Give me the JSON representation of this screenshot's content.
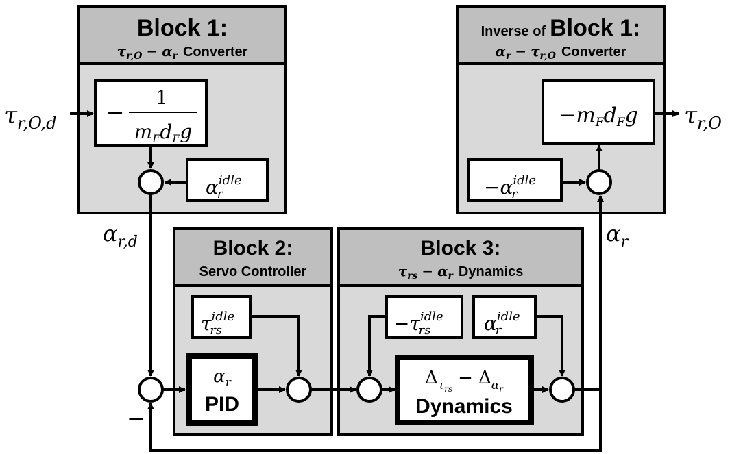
{
  "block1": {
    "title": "Block 1:",
    "subtitle_sym_a": "τ",
    "subtitle_sub_a": "r,O",
    "subtitle_sym_b": "α",
    "subtitle_sub_b": "r",
    "subtitle_tail": "Converter",
    "gain_minus": "−",
    "gain_num": "1",
    "gain_den_m": "m",
    "gain_den_m_sub": "F",
    "gain_den_d": "d",
    "gain_den_d_sub": "F",
    "gain_den_g": "g",
    "idle_sym": "α",
    "idle_sup": "idle",
    "idle_sub": "r"
  },
  "inverse_block1": {
    "title_prefix": "Inverse of",
    "title_main": "Block 1:",
    "subtitle_sym_a": "α",
    "subtitle_sub_a": "r",
    "subtitle_sym_b": "τ",
    "subtitle_sub_b": "r,O",
    "subtitle_tail": "Converter",
    "gain_minus": "−",
    "gain_m": "m",
    "gain_m_sub": "F",
    "gain_d": "d",
    "gain_d_sub": "F",
    "gain_g": "g",
    "idle_minus": "−",
    "idle_sym": "α",
    "idle_sup": "idle",
    "idle_sub": "r"
  },
  "block2": {
    "title": "Block 2:",
    "subtitle": "Servo Controller",
    "idle_sym": "τ",
    "idle_sup": "idle",
    "idle_sub": "rs",
    "pid_sym": "α",
    "pid_sub": "r",
    "pid_label": "PID"
  },
  "block3": {
    "title": "Block 3:",
    "subtitle_sym_a": "τ",
    "subtitle_sub_a": "rs",
    "subtitle_sym_b": "α",
    "subtitle_sub_b": "r",
    "subtitle_tail": "Dynamics",
    "idle1_minus": "−",
    "idle1_sym": "τ",
    "idle1_sup": "idle",
    "idle1_sub": "rs",
    "idle2_sym": "α",
    "idle2_sup": "idle",
    "idle2_sub": "r",
    "dyn_delta": "Δ",
    "dyn_sub1": "τ",
    "dyn_sub1_sub": "rs",
    "dyn_minus": "−",
    "dyn_sub2": "α",
    "dyn_sub2_sub": "r",
    "dyn_label": "Dynamics"
  },
  "signals": {
    "input_sym": "τ",
    "input_sub": "r,O,d",
    "output_sym": "τ",
    "output_sub": "r,O",
    "ard_sym": "α",
    "ard_sub": "r,d",
    "ar_sym": "α",
    "ar_sub": "r",
    "feedback_sign": "−",
    "minus_op": "−"
  }
}
